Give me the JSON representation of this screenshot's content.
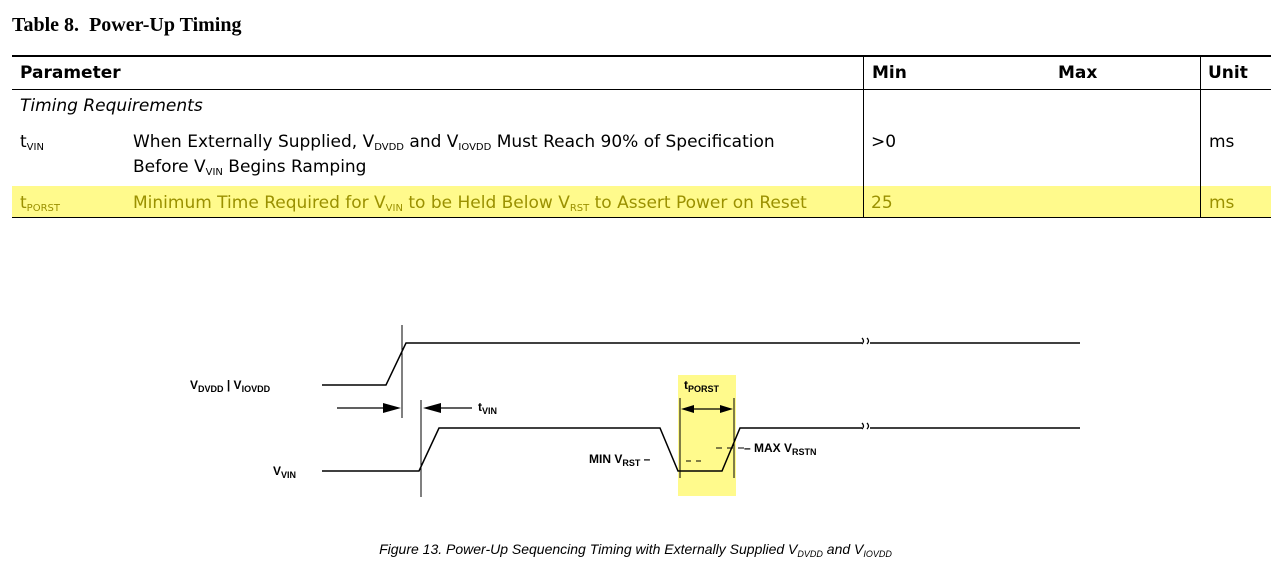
{
  "table": {
    "title_number": "Table 8.",
    "title_text": "Power-Up Timing",
    "headers": {
      "parameter": "Parameter",
      "min": "Min",
      "max": "Max",
      "unit": "Unit"
    },
    "section": "Timing Requirements",
    "rows": [
      {
        "symbol": "t",
        "symbol_sub": "VIN",
        "desc_1a": "When Externally Supplied, V",
        "desc_1b": "DVDD",
        "desc_1c": " and V",
        "desc_1d": "IOVDD",
        "desc_1e": " Must Reach 90% of Specification",
        "desc_2a": "Before V",
        "desc_2b": "VIN",
        "desc_2c": " Begins Ramping",
        "min": ">0",
        "max": "",
        "unit": "ms",
        "highlighted": false
      },
      {
        "symbol": "t",
        "symbol_sub": "PORST",
        "desc_a": "Minimum Time Required for V",
        "desc_b": "VIN",
        "desc_c": " to be Held Below V",
        "desc_d": "RST",
        "desc_e": " to Assert Power on Reset",
        "min": "25",
        "max": "",
        "unit": "ms",
        "highlighted": true
      }
    ]
  },
  "diagram": {
    "vdvdd_label_a": "V",
    "vdvdd_label_b": "DVDD",
    "vdvdd_label_c": " | V",
    "vdvdd_label_d": "IOVDD",
    "vvin_label_a": "V",
    "vvin_label_b": "VIN",
    "tvin_label_a": "t",
    "tvin_label_b": "VIN",
    "tporst_label_a": "t",
    "tporst_label_b": "PORST",
    "min_label_a": "MIN V",
    "min_label_b": "RST",
    "max_label_a": "MAX V",
    "max_label_b": "RSTN",
    "highlight_color": "#fffa8c"
  },
  "caption": {
    "a": "Figure 13.  Power-Up Sequencing Timing with Externally Supplied V",
    "b": "DVDD",
    "c": " and V",
    "d": "IOVDD"
  }
}
